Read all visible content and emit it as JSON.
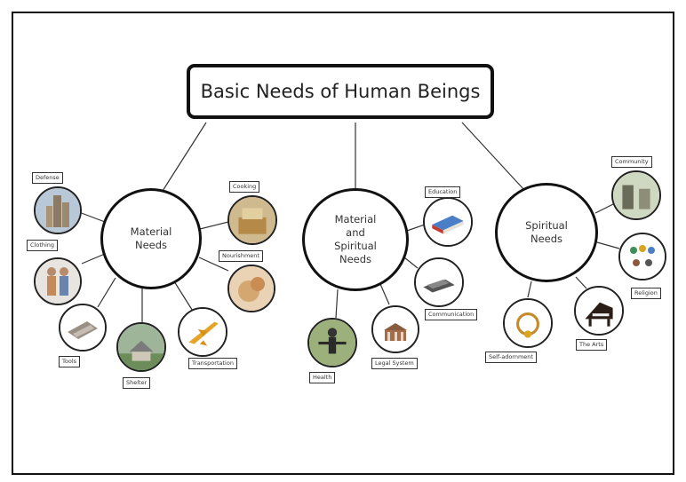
{
  "title": "Basic Needs of Human Beings",
  "hubs": {
    "material": "Material\nNeeds",
    "material_spiritual": "Material\nand\nSpiritual\nNeeds",
    "spiritual": "Spiritual\nNeeds"
  },
  "labels": {
    "defense": "Defense",
    "clothing": "Clothing",
    "tools": "Tools",
    "shelter": "Shelter",
    "transportation": "Transportation",
    "nourishment": "Nourishment",
    "cooking": "Cooking",
    "education": "Education",
    "communication": "Communication",
    "legal_system": "Legal System",
    "health": "Health",
    "community": "Community",
    "religion": "Religion",
    "the_arts": "The Arts",
    "self_adornment": "Self-adornment"
  },
  "colors": {
    "line": "#222222",
    "border": "#111111"
  }
}
